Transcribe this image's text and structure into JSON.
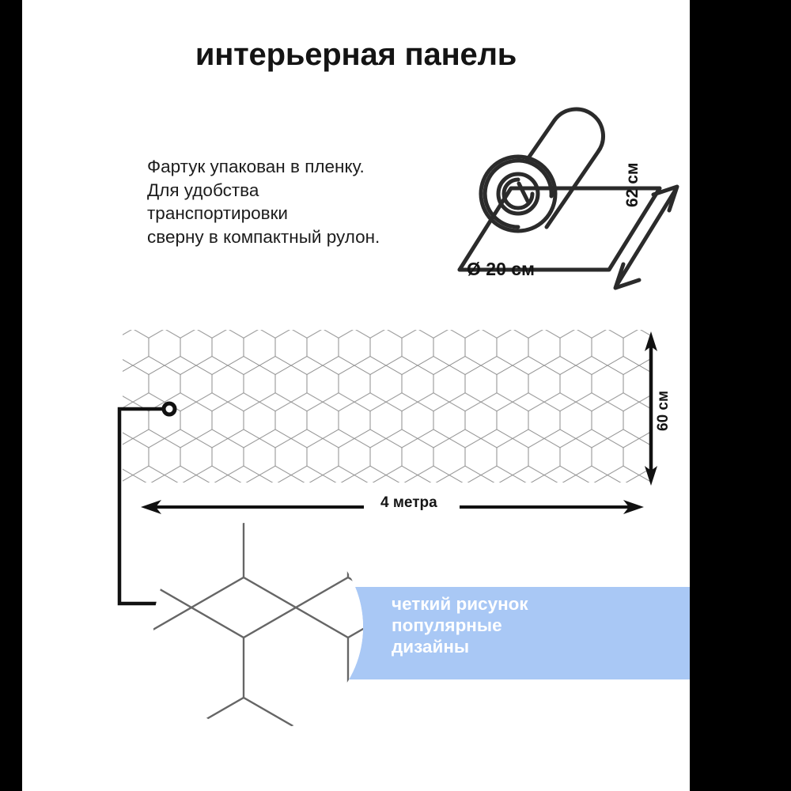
{
  "page": {
    "background_color": "#000000",
    "canvas_color": "#ffffff"
  },
  "header": {
    "title": "интерьерная панель"
  },
  "description": {
    "lines": [
      "Фартук упакован в пленку.",
      "Для удобства",
      "транспортировки",
      "сверну в компактный рулон."
    ]
  },
  "roll_illustration": {
    "name": "rolled-panel-diagram",
    "diameter_label": "Ø 20 см",
    "width_label": "62 см"
  },
  "panel_diagram": {
    "name": "honeycomb-panel",
    "height_label": "60 см",
    "length_label": "4 метра",
    "pattern": "honeycomb-hexagon",
    "pattern_line_color": "#8c8c8c"
  },
  "banner": {
    "background_color": "#a9c8f5",
    "text_color": "#ffffff",
    "lines": [
      "четкий рисунок",
      "популярные",
      "дизайны"
    ]
  },
  "magnifier": {
    "name": "zoomed-pattern-detail",
    "callout": "leader-line-from-panel"
  }
}
